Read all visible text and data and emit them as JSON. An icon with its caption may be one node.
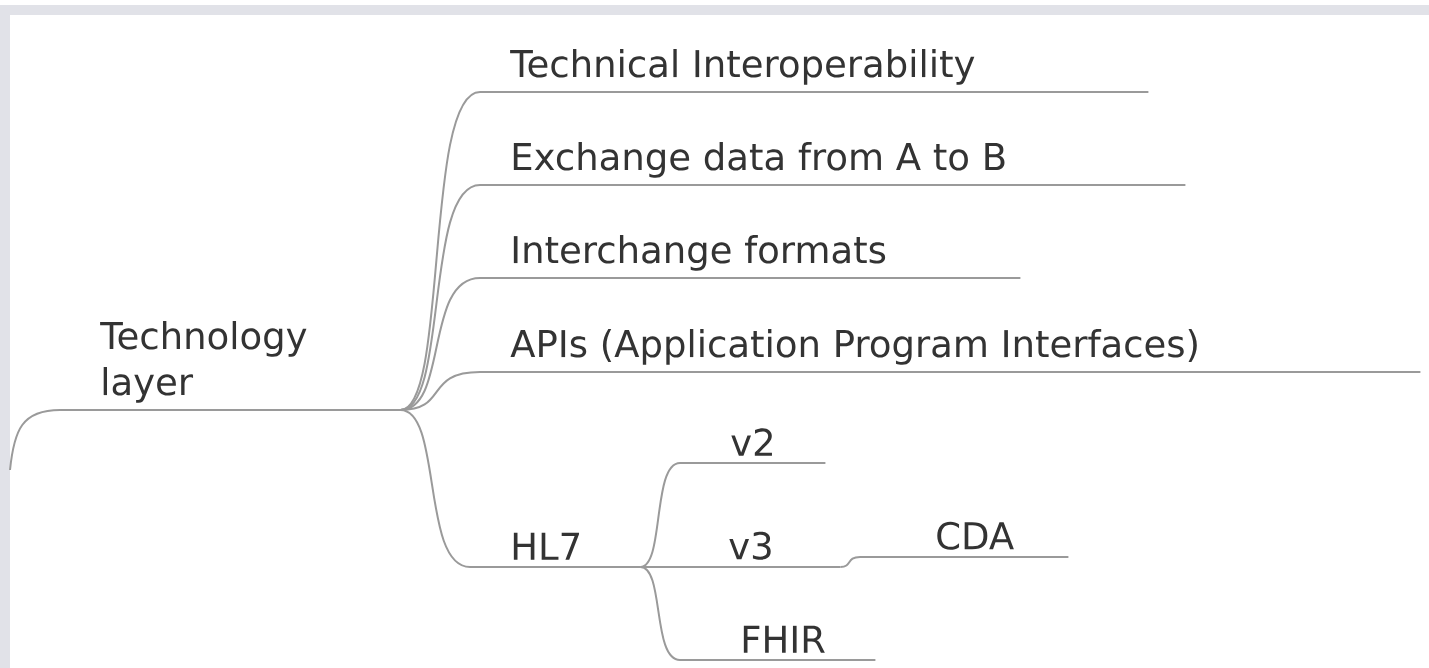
{
  "diagram": {
    "nodes": [
      {
        "text": [
          "Technology layer"
        ]
      },
      {
        "text": [
          "Technical Interoperability"
        ]
      },
      {
        "text": [
          "Exchange data from A to B"
        ]
      },
      {
        "text": [
          "Interchange formats"
        ]
      },
      {
        "text": [
          "APIs (Application Program Interfaces)"
        ]
      },
      {
        "text": [
          "HL7"
        ]
      },
      {
        "text": [
          "v2"
        ]
      },
      {
        "text": [
          "v3"
        ]
      },
      {
        "text": [
          "CDA"
        ]
      },
      {
        "text": [
          "FHIR"
        ]
      }
    ],
    "edges": [
      {
        "from": null,
        "to": 0,
        "arrow": "none"
      },
      {
        "from": 0,
        "to": 1,
        "arrow": "none"
      },
      {
        "from": 0,
        "to": 2,
        "arrow": "none"
      },
      {
        "from": 0,
        "to": 3,
        "arrow": "none"
      },
      {
        "from": 0,
        "to": 4,
        "arrow": "none"
      },
      {
        "from": 0,
        "to": 5,
        "arrow": "none"
      },
      {
        "from": 5,
        "to": 6,
        "arrow": "none"
      },
      {
        "from": 5,
        "to": 7,
        "arrow": "none"
      },
      {
        "from": 5,
        "to": 9,
        "arrow": "none"
      },
      {
        "from": 7,
        "to": 8,
        "arrow": "none"
      }
    ]
  }
}
